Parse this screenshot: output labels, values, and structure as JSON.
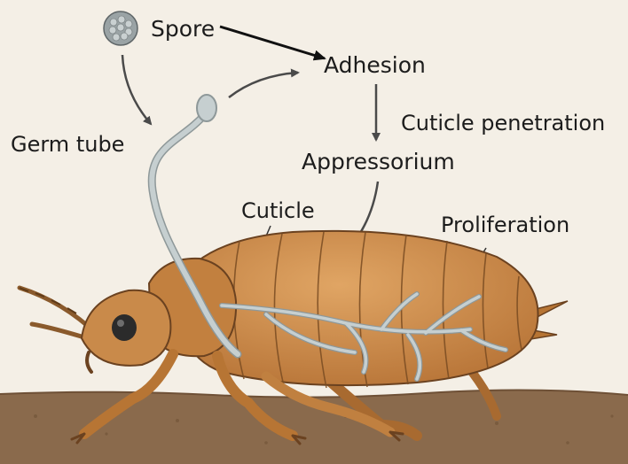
{
  "labels": {
    "spore": "Spore",
    "adhesion": "Adhesion",
    "cuticle_penetration": "Cuticle penetration",
    "germ_tube": "Germ tube",
    "appressorium": "Appressorium",
    "cuticle": "Cuticle",
    "proliferation": "Proliferation"
  },
  "colors": {
    "background": "#f4efe6",
    "soil": "#8a6a4c",
    "insect_body": "#c98a4a",
    "insect_outline": "#6b4220",
    "hypha": "#b9c3c4",
    "arrow": "#4a4a4a"
  }
}
